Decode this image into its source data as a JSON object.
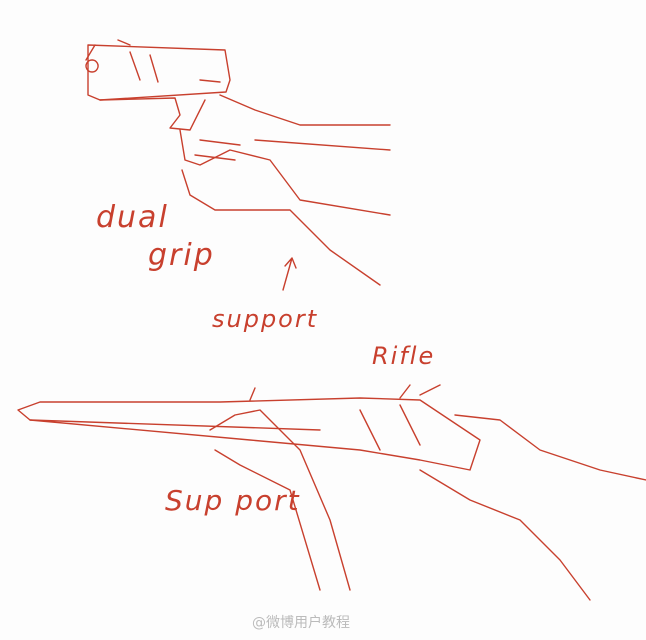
{
  "labels": {
    "dual_grip_1": "dual",
    "dual_grip_2": "grip",
    "support_top": "support",
    "rifle": "Rifle",
    "support_bottom": "Sup port"
  },
  "watermark": "@微博用户教程",
  "ink_color": "#c8402e"
}
